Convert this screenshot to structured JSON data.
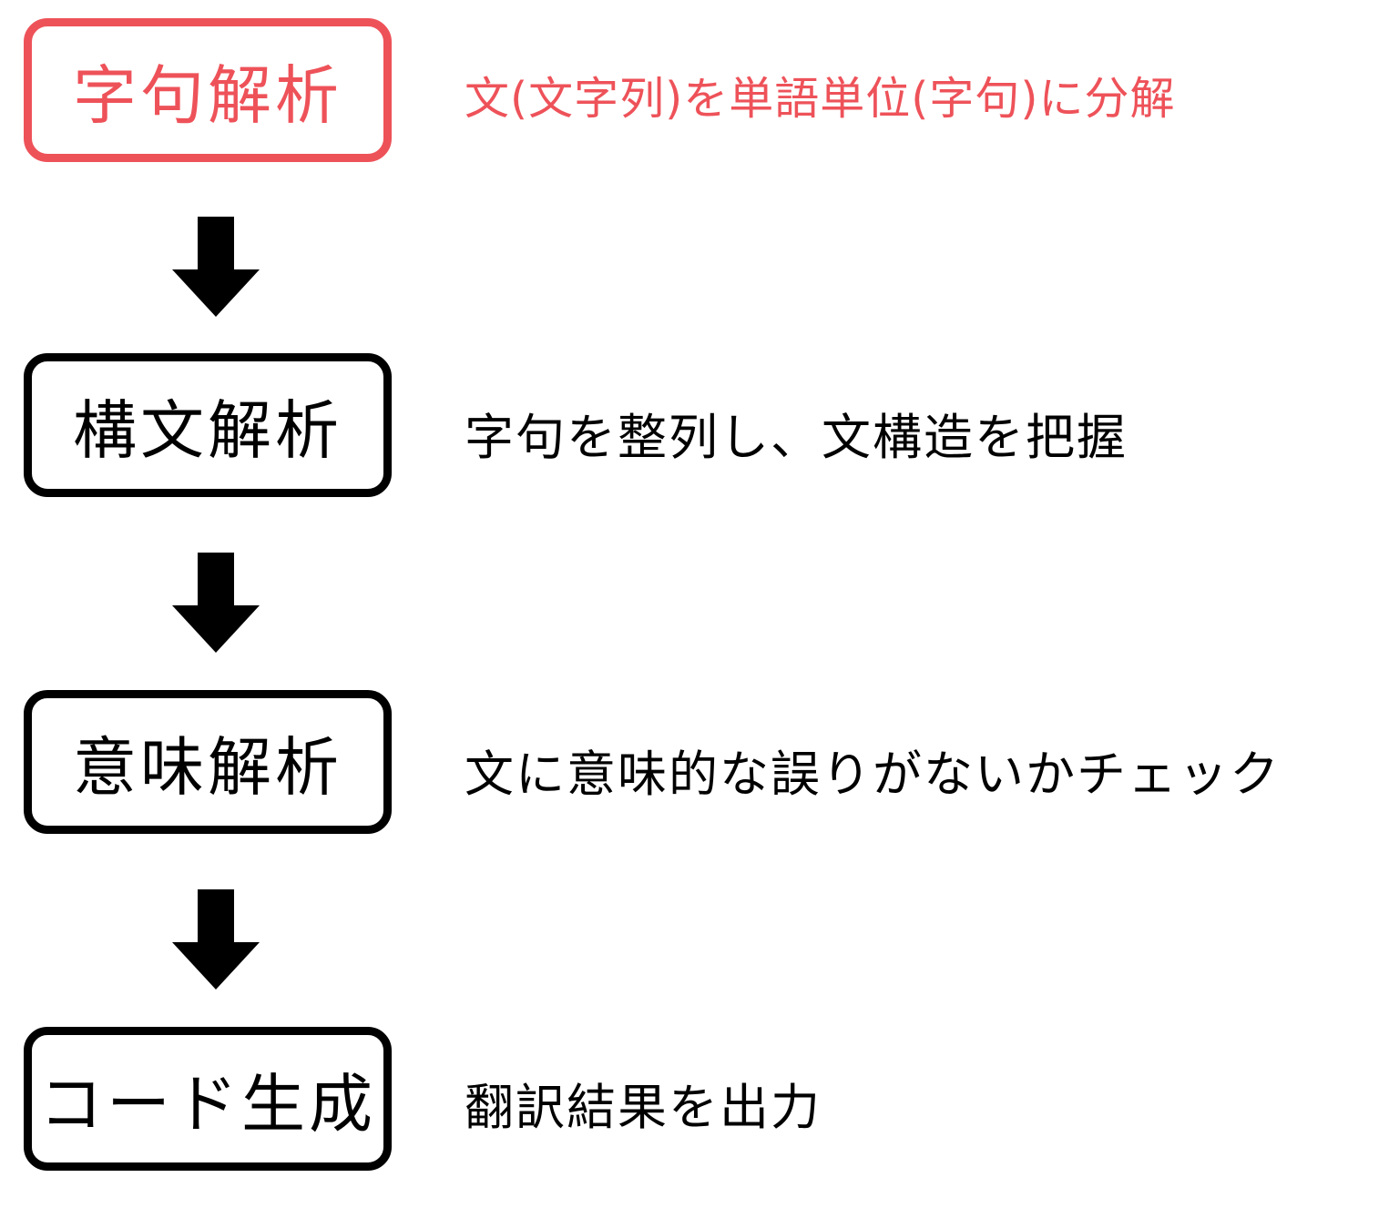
{
  "steps": [
    {
      "label": "字句解析",
      "description": "文(文字列)を単語単位(字句)に分解"
    },
    {
      "label": "構文解析",
      "description": "字句を整列し、文構造を把握"
    },
    {
      "label": "意味解析",
      "description": "文に意味的な誤りがないかチェック"
    },
    {
      "label": "コード生成",
      "description": "翻訳結果を出力"
    }
  ],
  "colors": {
    "highlight": "#ee5259",
    "default": "#000000"
  },
  "icons": {
    "arrow": "arrow-down-icon"
  }
}
